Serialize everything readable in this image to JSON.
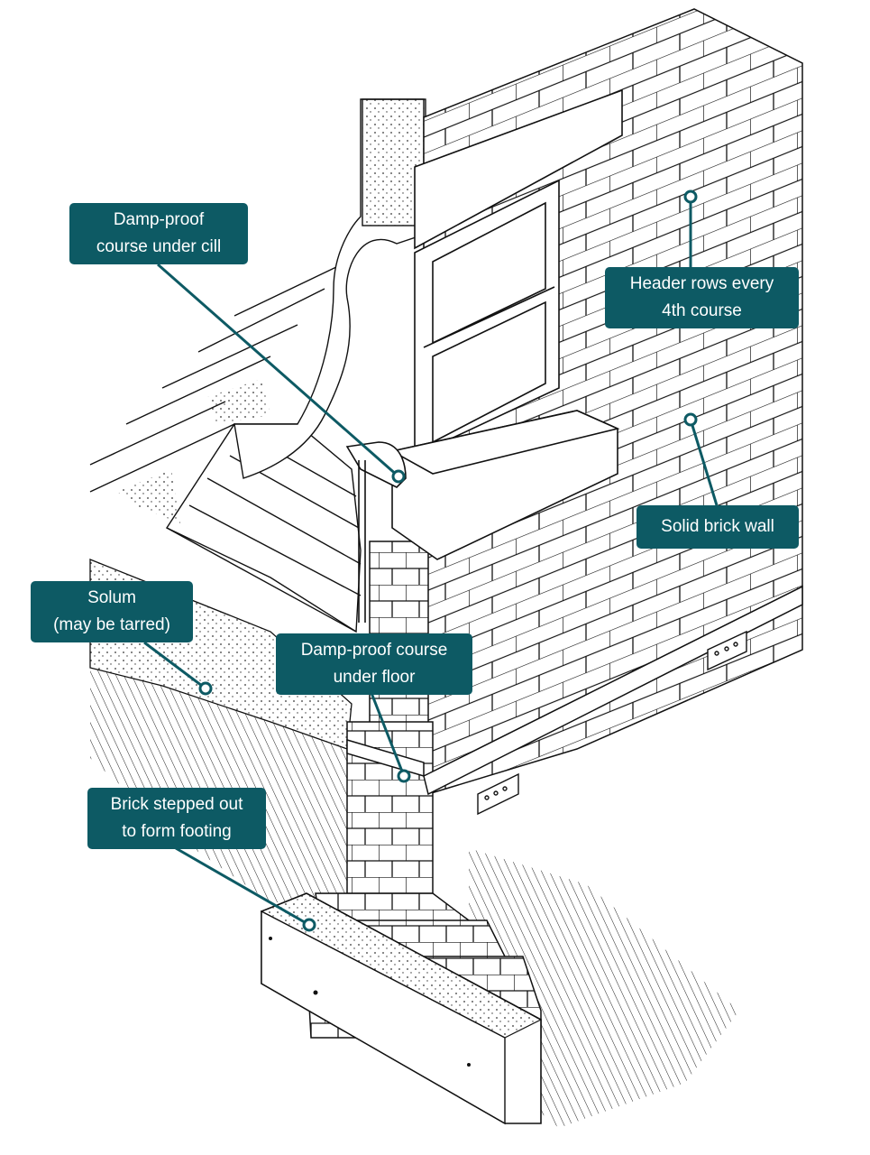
{
  "diagram": {
    "accent_color": "#0d5a64",
    "line_color": "#111111",
    "background_color": "#ffffff"
  },
  "labels": {
    "dpc_cill": "Damp-proof\ncourse under cill",
    "header_rows": "Header rows every\n4th course",
    "solid_wall": "Solid brick wall",
    "solum": "Solum\n(may be tarred)",
    "dpc_floor": "Damp-proof course\nunder floor",
    "footing": "Brick stepped out\nto form footing"
  }
}
